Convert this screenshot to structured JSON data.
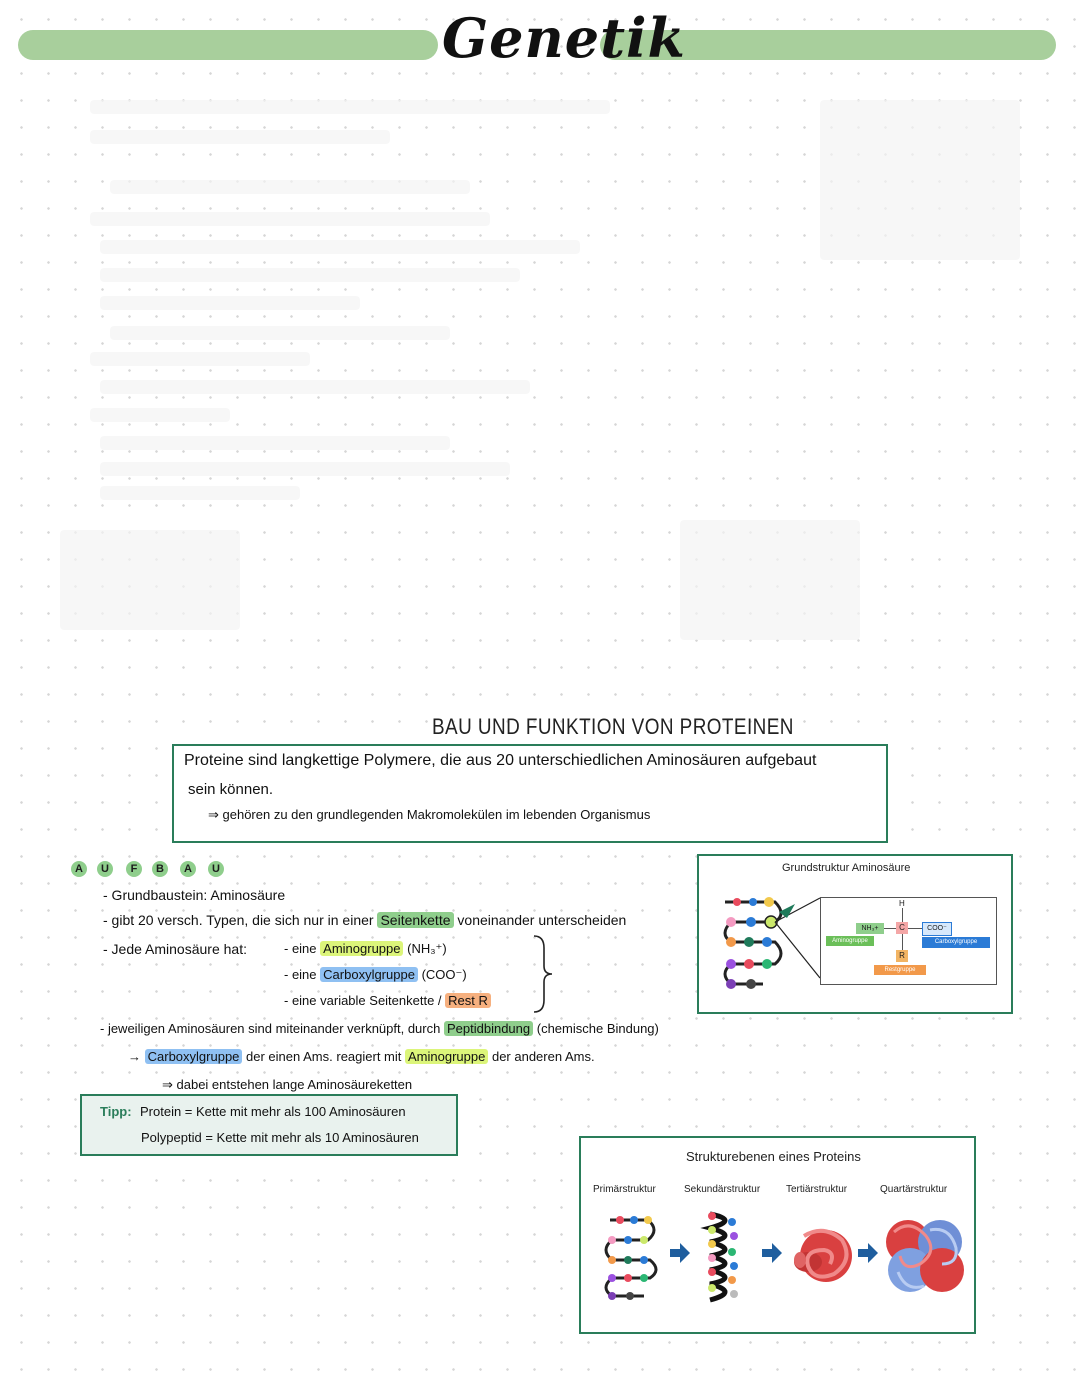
{
  "header": {
    "title": "Genetik"
  },
  "section": {
    "title": "BAU UND FUNKTION VON PROTEINEN",
    "definition": {
      "line1": "Proteine sind langkettige Polymere, die aus 20 unterschiedlichen Aminosäuren aufgebaut",
      "line2": "sein können.",
      "line3": "⇒ gehören zu den grundlegenden Makromolekülen im lebenden Organismus"
    }
  },
  "aufbau": {
    "letters": [
      "A",
      "U",
      "F",
      "B",
      "A",
      "U"
    ],
    "item1": "- Grundbaustein: Aminosäure",
    "item2_pre": "- gibt 20 versch. Typen, die sich nur in einer",
    "item2_hl": "Seitenkette",
    "item2_post": "voneinander unterscheiden",
    "item3_pre": "- Jede Aminosäure hat:",
    "sub1_pre": "- eine",
    "sub1_hl": "Aminogruppe",
    "sub1_post": "(NH₃⁺)",
    "sub2_pre": "- eine",
    "sub2_hl": "Carboxylgruppe",
    "sub2_post": "(COO⁻)",
    "sub3_pre": "- eine variable Seitenkette /",
    "sub3_hl": "Rest R",
    "item4_pre": "- jeweiligen Aminosäuren sind miteinander verknüpft, durch",
    "item4_hl": "Peptidbindung",
    "item4_post": "(chemische Bindung)",
    "arrow1_hl1": "Carboxylgruppe",
    "arrow1_mid": "der einen Ams. reagiert mit",
    "arrow1_hl2": "Aminogruppe",
    "arrow1_post": "der anderen Ams.",
    "arrow2": "⇒ dabei entstehen lange Aminosäureketten"
  },
  "tip": {
    "label": "Tipp:",
    "line1": "Protein = Kette mit mehr als 100 Aminosäuren",
    "line2": "Polypeptid = Kette mit mehr als 10 Aminosäuren"
  },
  "figure_aminoacid": {
    "title": "Grundstruktur Aminosäure",
    "nh3": "NH₃+",
    "c": "C",
    "h": "H",
    "coo": "COO⁻",
    "r": "R",
    "amino_label": "Aminogruppe",
    "carboxyl_label": "Carboxylgruppe",
    "rest_label": "Restgruppe"
  },
  "figure_structure": {
    "title": "Strukturebenen eines Proteins",
    "labels": [
      "Primärstruktur",
      "Sekundärstruktur",
      "Tertiärstruktur",
      "Quartärstruktur"
    ]
  },
  "colors": {
    "bar": "#a8cf9c",
    "box_border": "#2a7d5a",
    "highlight_green": "#8fce8c",
    "highlight_yellow": "#dcf57a",
    "highlight_blue": "#8fc0f2",
    "highlight_orange": "#f6b07f"
  }
}
